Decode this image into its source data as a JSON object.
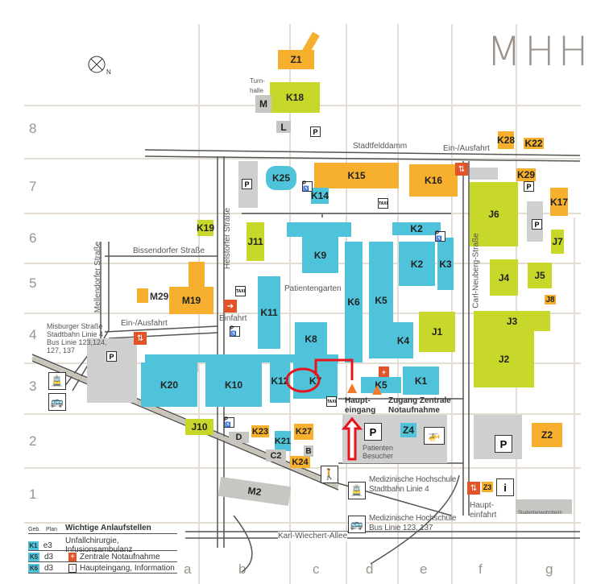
{
  "logo": "MHH",
  "grid": {
    "cols": [
      "a",
      "b",
      "c",
      "d",
      "e",
      "f",
      "g"
    ],
    "rows": [
      "8",
      "7",
      "6",
      "5",
      "4",
      "3",
      "2",
      "1"
    ]
  },
  "buildings": {
    "Z1": "Z1",
    "K18": "K18",
    "M": "M",
    "L": "L",
    "K15": "K15",
    "K16": "K16",
    "K25": "K25",
    "K14": "K14",
    "K28": "K28",
    "K22": "K22",
    "K29": "K29",
    "J6": "J6",
    "K17": "K17",
    "J7": "J7",
    "J11": "J11",
    "K19": "K19",
    "M29": "M29",
    "M19": "M19",
    "K9": "K9",
    "K2a": "K2",
    "K2b": "K2",
    "K3": "K3",
    "J4": "J4",
    "J5": "J5",
    "J8": "J8",
    "K11": "K11",
    "K6": "K6",
    "K5a": "K5",
    "K5b": "K5",
    "K4": "K4",
    "J1": "J1",
    "J3": "J3",
    "J2": "J2",
    "K8": "K8",
    "K20": "K20",
    "K10": "K10",
    "K12": "K12",
    "K7": "K7",
    "K1": "K1",
    "J10": "J10",
    "K23": "K23",
    "K27": "K27",
    "D": "D",
    "K21": "K21",
    "C2": "C2",
    "K24": "K24",
    "B": "B",
    "M2": "M2",
    "Z4": "Z4",
    "Z2": "Z2",
    "Z3": "Z3"
  },
  "labels": {
    "turnhalle": "Turn-\nhalle",
    "stadtfelddamm": "Stadtfelddamm",
    "ein_ausfahrt_north": "Ein-/Ausfahrt",
    "bissendorfer": "Bissendorfer Straße",
    "mellendorfer": "Mellendorfer Straße",
    "helstorfer": "Helstorfer Straße",
    "ein_ausfahrt_west": "Ein-/Ausfahrt",
    "einfahrt": "Einfahrt",
    "misburger": "Misburger Straße\nStadtbahn Linie 4\nBus Linie 123,124,\n127, 137",
    "patientengarten": "Patientengarten",
    "carl_neuberg": "Carl-Neuberg-Straße",
    "haupteingang": "Haupt-\neingang",
    "zugang": "Zugang Zentrale\nNotaufnahme",
    "patienten": "Patienten\nBesucher",
    "stadtbahn": "Medizinische Hochschule\nStadtbahn Linie 4",
    "bus": "Medizinische Hochschule\nBus Linie 123, 137",
    "haupteinfahrt": "Haupt-\neinfahrt",
    "karl_wiechert": "Karl-Wiechert-Allee",
    "studentenwohnheim": "Studentenwohnheim"
  },
  "icons": {
    "parking": "P",
    "taxi": "TAXI",
    "disabled": "P♿"
  },
  "legend": {
    "col_geb": "Geb.",
    "col_plan": "Plan",
    "title": "Wichtige Anlaufstellen",
    "rows": [
      {
        "geb": "K1",
        "plan": "e3",
        "icon": "",
        "text": "Unfallchirurgie, Infusionsambulanz"
      },
      {
        "geb": "K5",
        "plan": "d3",
        "icon": "+",
        "text": "Zentrale Notaufnahme"
      },
      {
        "geb": "K6",
        "plan": "d3",
        "icon": "i",
        "text": "Haupteingang, Information"
      }
    ]
  },
  "colors": {
    "clinic": "#4fc3da",
    "orange": "#f6b02e",
    "lime": "#c8d82a",
    "gray": "#c8c6c3",
    "highlight": "#e8141b"
  }
}
